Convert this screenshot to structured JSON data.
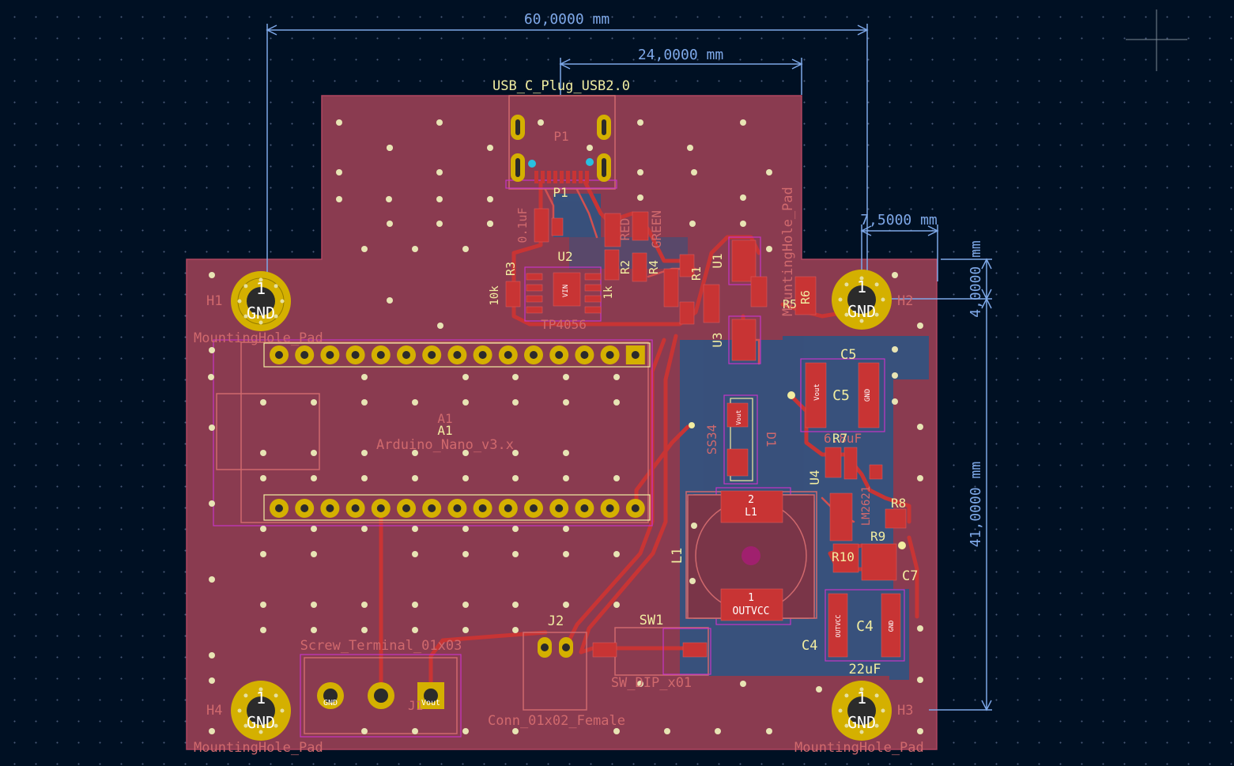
{
  "dimensions": {
    "width": "60,0000 mm",
    "connector_spacing": "24,0000 mm",
    "right_offset": "7,5000 mm",
    "top_offset": "4,0000 mm",
    "height": "41,0000 mm"
  },
  "colors": {
    "background": "#001023",
    "board_fill": "#8a3b50",
    "copper_front": "#c83434",
    "copper_back": "#3c5a86",
    "silk_front": "#f2eda1",
    "fab_text": "#d0696d",
    "courtyard": "#c535c5",
    "dimension": "#7ea8e8",
    "pad_gold": "#d4b000"
  },
  "labels": {
    "usb_value": "USB_C_Plug_USB2.0",
    "p1_fab": "P1",
    "p1_ref": "P1",
    "a1_ref": "A1",
    "a1_ref2": "A1",
    "a1_value": "Arduino_Nano_v3.x",
    "h1": "H1",
    "h2": "H2",
    "h3": "H3",
    "h4": "H4",
    "mounting_pad": "MountingHole_Pad",
    "pad_num": "1",
    "gnd": "GND",
    "screw_value": "Screw_Terminal_01x03",
    "j1": "J1",
    "j2": "J2",
    "conn_value": "Conn_01x02_Female",
    "sw1": "SW1",
    "sw_value": "SW_DIP_x01",
    "c4": "C4",
    "c4_value": "22uF",
    "c5": "C5",
    "c5_value": "6.8uF",
    "c5_r7": "R7",
    "c7": "C7",
    "r8": "R8",
    "r9": "R9",
    "r10": "R10",
    "l1": "L1",
    "l1_pad2": "2",
    "l1_pad2_name": "L1",
    "l1_pad1": "1",
    "l1_pad1_name": "OUTVCC",
    "d1": "D1",
    "ss34": "SS34",
    "u1": "U1",
    "u2": "U2",
    "u3": "U3",
    "u4": "U4",
    "r1": "R1",
    "r2": "R2",
    "r3": "R3",
    "r4": "R4",
    "r5": "R5",
    "r6": "R6",
    "tp4056": "TP4056",
    "green": "GREEN",
    "red": "RED",
    "c_01uf": "0.1uF",
    "r_1k": "1k",
    "r_10k": "10k",
    "mounting_pad_v": "MountingHole_Pad",
    "lm2621": "LM2621",
    "vin": "VIN",
    "screw_gnd": "GND",
    "screw_vout": "Vout",
    "pad_vout": "Vout",
    "pad_gnd": "GND",
    "pad_outvcc": "OUTVCC"
  }
}
